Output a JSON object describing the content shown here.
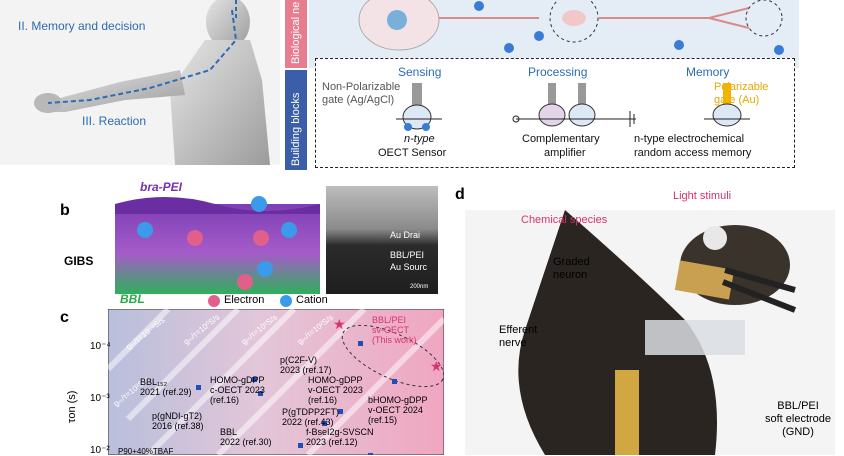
{
  "human": {
    "label_memory": "II. Memory and decision",
    "label_reaction": "III. Reaction"
  },
  "schematic": {
    "band_bio": "Biological ne",
    "band_blocks": "Building blocks",
    "sensing": {
      "header": "Sensing",
      "gate_line1": "Non-Polarizable",
      "gate_line2": "gate (Ag/AgCl)",
      "device_line1": "n-type",
      "device_line2": "OECT Sensor"
    },
    "processing": {
      "header": "Processing",
      "device_line1": "Complementary",
      "device_line2": "amplifier"
    },
    "memory": {
      "header": "Memory",
      "gate_line1": "Polarizable",
      "gate_line2": "gate (Au)",
      "device_line1": "n-type electrochemical",
      "device_line2": "random access memory"
    }
  },
  "panel_b": {
    "letter": "b",
    "title": "bra-PEI",
    "side_label": "GIBS",
    "bottom_label": "BBL",
    "legend_electron": "Electron",
    "legend_cation": "Cation",
    "sem_label1": "Au Drai",
    "sem_label2": "BBL/PEI",
    "sem_label3": "Au Sourc",
    "sem_scale": "200nm"
  },
  "panel_c": {
    "letter": "c",
    "iso_lines": [
      "gₘ/τ=10⁻¹S/s",
      "gₘ/τ=10⁰S/s",
      "gₘ/τ=10¹S/s",
      "gₘ/τ=10²S/s",
      "gₘ/τ=10³S/s"
    ],
    "ylabel": "τon (s)",
    "yticks": [
      "10⁻⁴",
      "10⁻³",
      "10⁻²"
    ],
    "points": [
      {
        "label": "BBL/PEI sv-OECT (This work)",
        "t": 0.92
      },
      {
        "label": "p(C2F-V) 2023 (ref.17)",
        "t": 0.0
      },
      {
        "label": "HOMO-gDPP c-OECT 2023 (ref.16)",
        "t": 0.0
      },
      {
        "label": "HOMO-gDPP v-OECT 2023 (ref.16)",
        "t": 0.0
      },
      {
        "label": "bHOMO-gDPP v-OECT 2024 (ref.15)",
        "t": 0.0
      }
    ],
    "annotations": {
      "this_work_line1": "BBL/PEI",
      "this_work_line2": "sv-OECT",
      "this_work_line3": "(This work)",
      "a1": "p(C2F-V)",
      "a1b": "2023 (ref.17)",
      "a2": "HOMO-gDPP",
      "a2b": "c-OECT 2023",
      "a2c": "(ref.16)",
      "a3": "HOMO-gDPP",
      "a3b": "v-OECT 2023",
      "a3c": "(ref.16)",
      "a4": "bHOMO-gDPP",
      "a4b": "v-OECT 2024",
      "a4c": "(ref.15)",
      "a5": "BBL₁₅₂",
      "a5b": "2021 (ref.29)",
      "a6": "P(gTDPP2FT)",
      "a6b": "2022 (ref.43)",
      "a7": "f-BseI2g-SVSCN",
      "a7b": "2023 (ref.12)",
      "a8": "p(gNDI-gT2)",
      "a8b": "2016 (ref.38)",
      "a9": "BBL",
      "a9b": "2022 (ref.30)",
      "a10": "P90+40%TBAF"
    }
  },
  "panel_d": {
    "letter": "d",
    "light": "Light stimuli",
    "chemical": "Chemical species",
    "graded1": "Graded",
    "graded2": "neuron",
    "efferent1": "Efferent",
    "efferent2": "nerve",
    "bbl1": "BBL/PEI",
    "bbl2": "soft electrode",
    "bbl3": "(GND)"
  },
  "colors": {
    "blue_text": "#2b6cb3",
    "pink_text": "#d6336c",
    "bio_band": "#e87d8f",
    "blocks_band": "#3a5fa8",
    "bbl_green": "#2aa84a",
    "purple": "#7a2fb0"
  }
}
